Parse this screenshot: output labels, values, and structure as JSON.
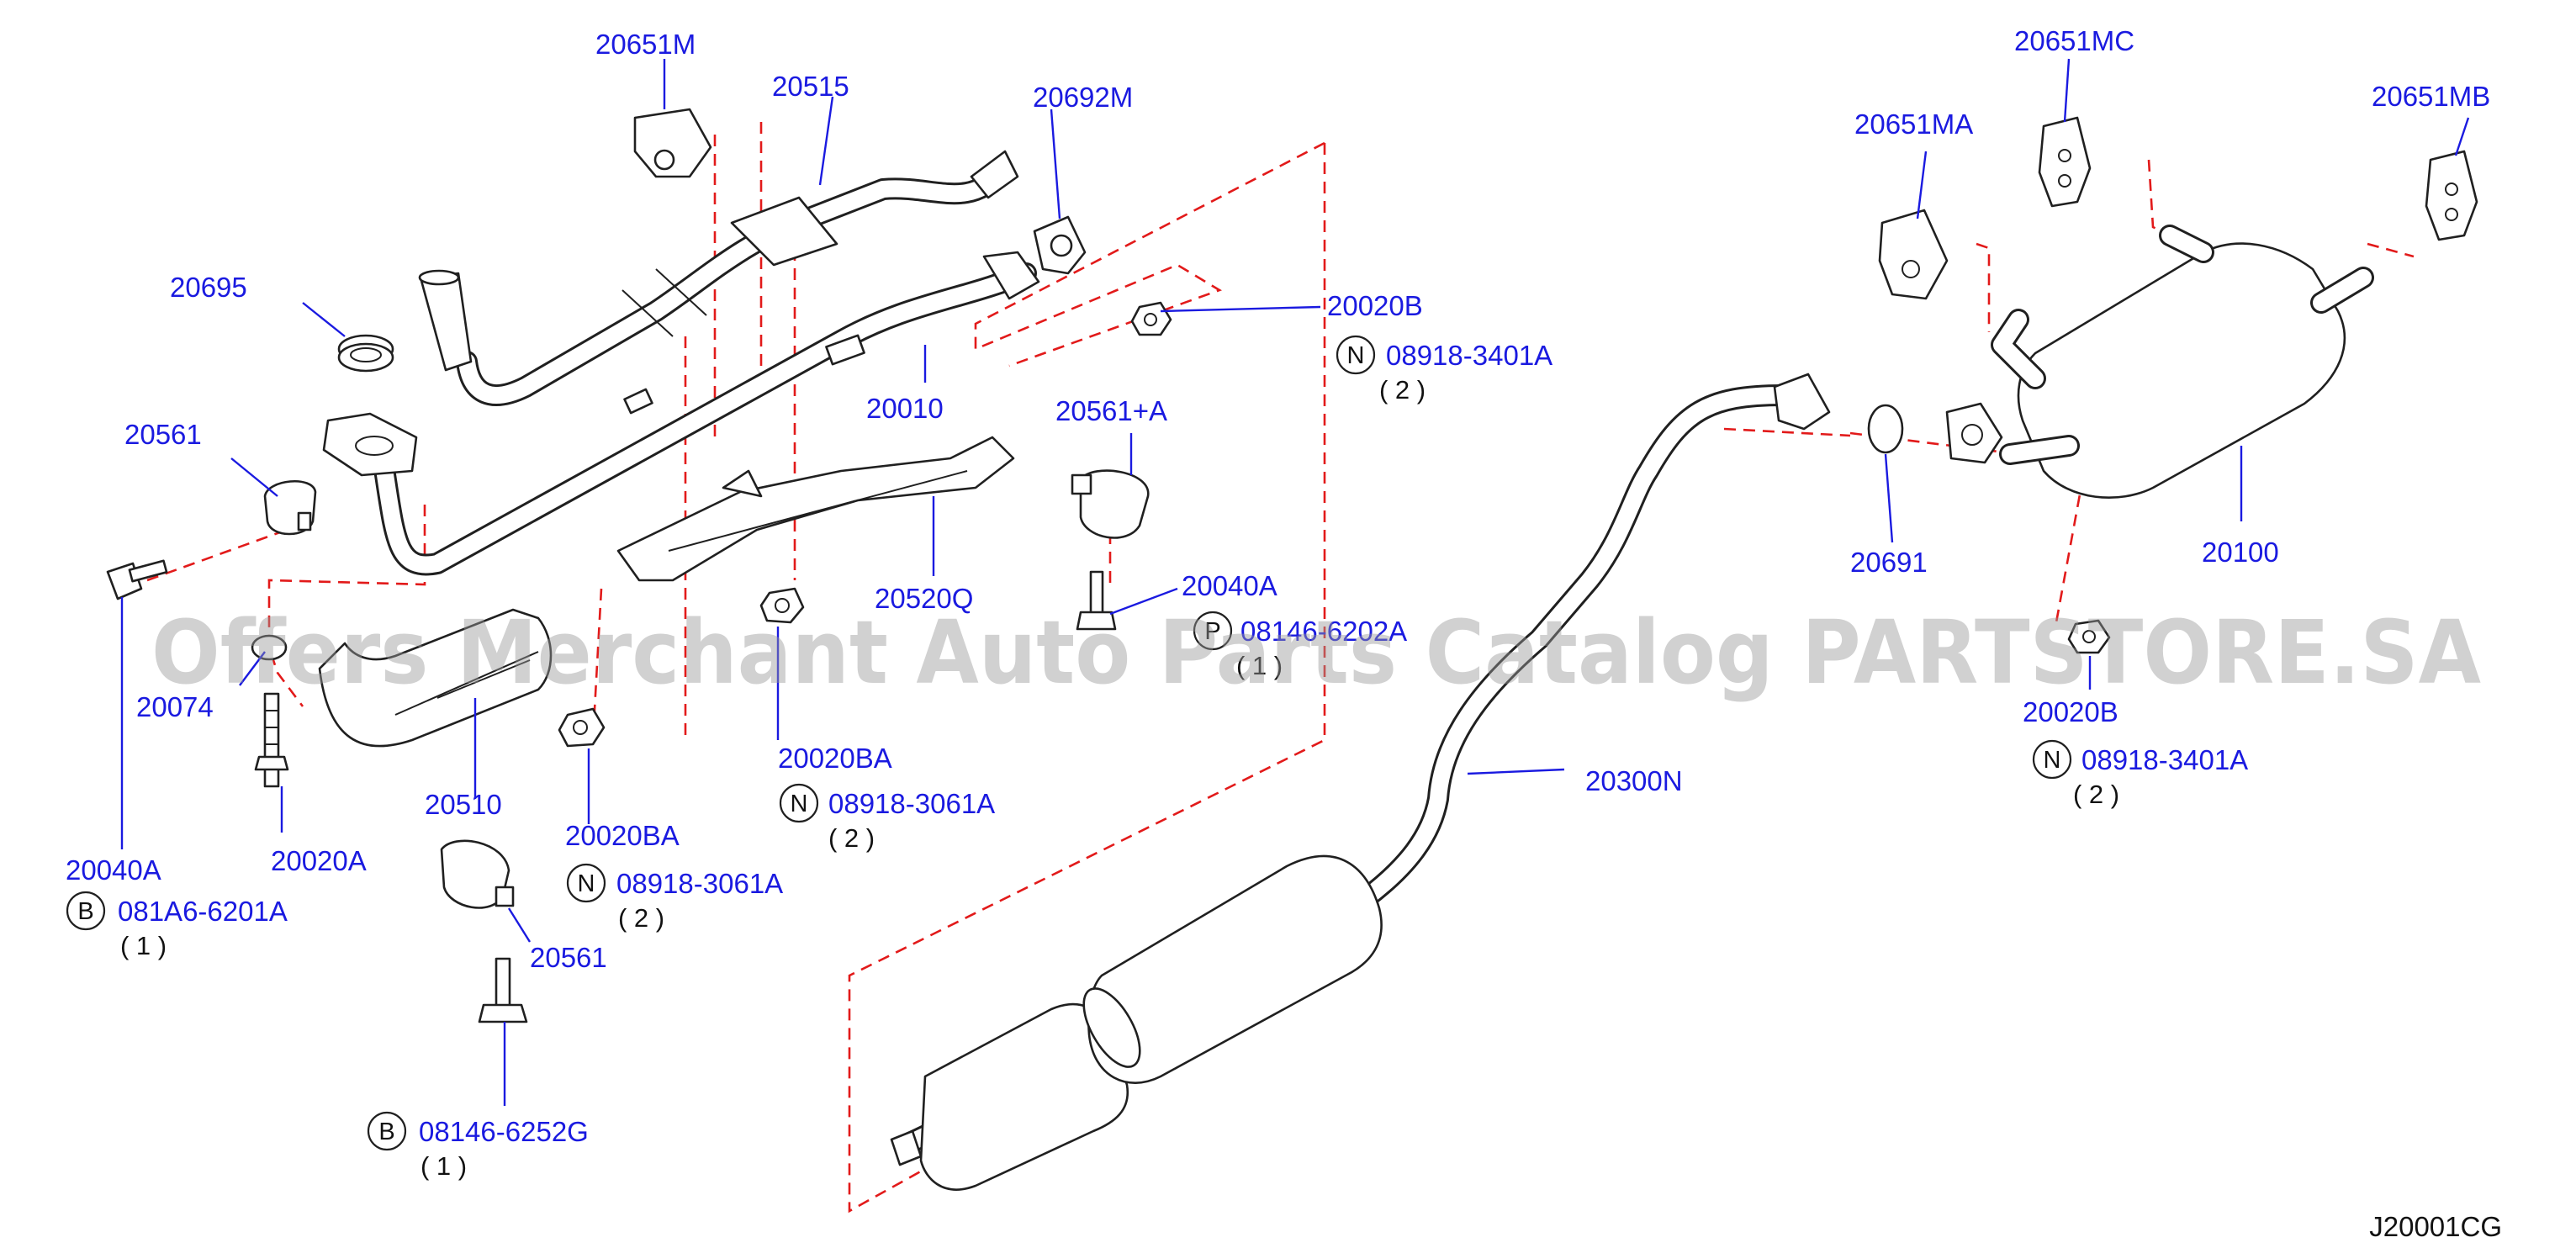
{
  "diagram_code": "J20001CG",
  "watermark": "Offers Merchant Auto Parts Catalog PARTSTORE.SA",
  "colors": {
    "label": "#1a1ae0",
    "dash": "#e21a1a",
    "line": "#202020"
  },
  "labels": {
    "p20651M": "20651M",
    "p20515": "20515",
    "p20692M": "20692M",
    "p20695": "20695",
    "p20020B_top": "20020B",
    "p20010": "20010",
    "p20561_left": "20561",
    "p20561A": "20561+A",
    "p20520Q": "20520Q",
    "p20040A_mid": "20040A",
    "p20074": "20074",
    "p20020BA_mid": "20020BA",
    "p20510": "20510",
    "p20020A": "20020A",
    "p20020BA_low": "20020BA",
    "p20040A_left": "20040A",
    "p20561_low": "20561",
    "p20651MC": "20651MC",
    "p20651MA": "20651MA",
    "p20651MB": "20651MB",
    "p20691": "20691",
    "p20100": "20100",
    "p20020B_right": "20020B",
    "p20300N": "20300N"
  },
  "refs": {
    "r1": {
      "letter": "N",
      "code": "08918-3401A",
      "qty": "( 2 )"
    },
    "r2": {
      "letter": "P",
      "code": "08146-6202A",
      "qty": "( 1 )"
    },
    "r3": {
      "letter": "N",
      "code": "08918-3061A",
      "qty": "( 2 )"
    },
    "r4": {
      "letter": "N",
      "code": "08918-3061A",
      "qty": "( 2 )"
    },
    "r5": {
      "letter": "B",
      "code": "081A6-6201A",
      "qty": "( 1 )"
    },
    "r6": {
      "letter": "B",
      "code": "08146-6252G",
      "qty": "( 1 )"
    },
    "r7": {
      "letter": "N",
      "code": "08918-3401A",
      "qty": "( 2 )"
    }
  }
}
